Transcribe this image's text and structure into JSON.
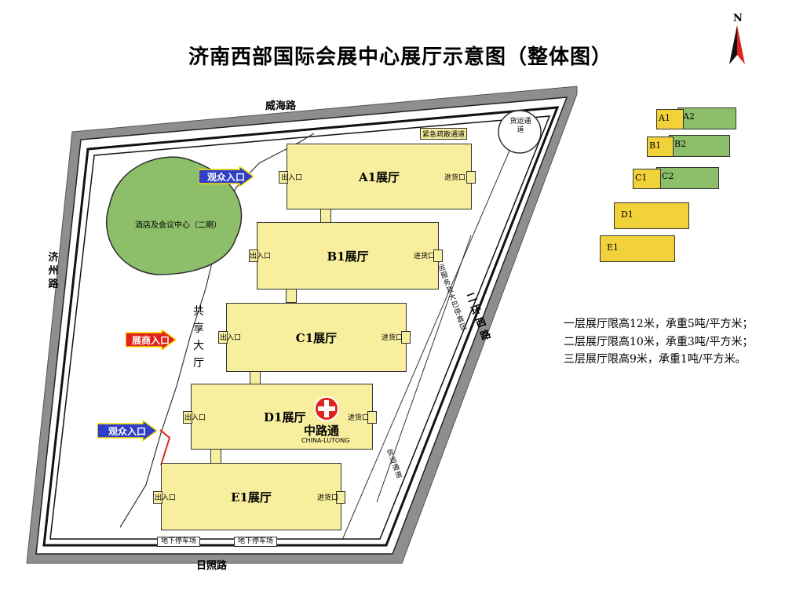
{
  "title": "济南西部国际会展中心展厅示意图（整体图）",
  "compass": {
    "label": "N"
  },
  "roads": {
    "top": "威海路",
    "left": "济州路",
    "bottom": "日照路",
    "right": "二环西路"
  },
  "areas": {
    "hotel": "酒店及会议中心（二期）",
    "shared_hall": "共享大厅",
    "freight_channel": "货运通道",
    "emergency_channel": "紧急疏散通道",
    "freight_service": "货运服务及大巴停靠区",
    "freight_road": "货运通道",
    "parking_1": "地下停车场",
    "parking_2": "地下停车场"
  },
  "entrances": {
    "visitor_top": "观众入口",
    "exhibitor": "展商入口",
    "visitor_bottom": "观众入口"
  },
  "halls": [
    {
      "name": "A1展厅",
      "entry": "出入口",
      "cargo": "进货口"
    },
    {
      "name": "B1展厅",
      "entry": "出入口",
      "cargo": "进货口"
    },
    {
      "name": "C1展厅",
      "entry": "出入口",
      "cargo": "进货口"
    },
    {
      "name": "D1展厅",
      "entry": "出入口",
      "cargo": "进货口"
    },
    {
      "name": "E1展厅",
      "entry": "出入口",
      "cargo": "进货口"
    }
  ],
  "logo": {
    "name": "中路通",
    "sub": "CHINA-LUTONG"
  },
  "mini_map": {
    "A1": "A1",
    "A2": "A2",
    "B1": "B1",
    "B2": "B2",
    "C1": "C1",
    "C2": "C2",
    "D1": "D1",
    "E1": "E1"
  },
  "notes": [
    "一层展厅限高12米，承重5吨/平方米；",
    "二层展厅限高10米，承重3吨/平方米；",
    "三层展厅限高9米，承重1吨/平方米。"
  ],
  "colors": {
    "hall_fill": "#f7ef9e",
    "green_fill": "#8dbf6a",
    "road_gray": "#8e8e8e",
    "arrow_blue": "#2f3fc7",
    "arrow_red": "#e0241b",
    "mini_yellow": "#f2d23a",
    "mini_green": "#8dbf6a"
  }
}
